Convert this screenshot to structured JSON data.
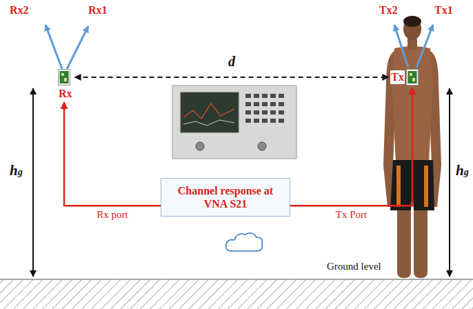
{
  "diagram": {
    "nodes": [
      {
        "text": [
          "Rx"
        ]
      },
      {
        "text": [
          "Tx"
        ]
      },
      {
        "text": [
          "Channel response at VNA S21"
        ]
      }
    ],
    "edges": [
      {
        "from": 0,
        "to": 1,
        "arrow": "both",
        "label": "d"
      },
      {
        "from": 2,
        "to": 0,
        "arrow": "to",
        "label": "Rx port"
      },
      {
        "from": 2,
        "to": 1,
        "arrow": "to",
        "label": "Tx Port"
      }
    ],
    "labels": [
      "Rx2",
      "Rx1",
      "Tx2",
      "Tx1",
      "hg",
      "hg",
      "Ground level"
    ]
  }
}
